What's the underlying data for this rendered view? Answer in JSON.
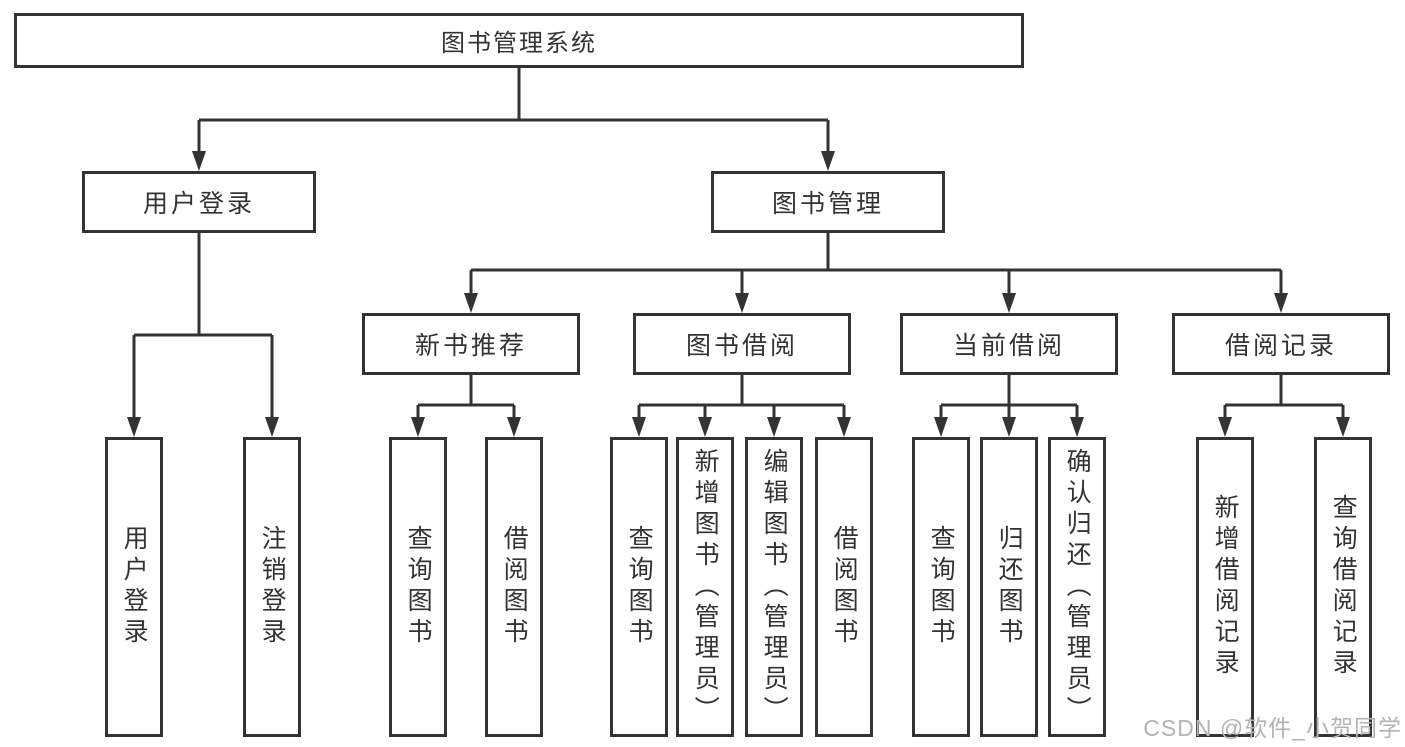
{
  "colors": {
    "line": "#333333",
    "box_border": "#333333",
    "box_background": "#ffffff",
    "text": "#333333",
    "watermark": "#b3b3b3"
  },
  "diagram": {
    "root": {
      "label": "图书管理系统"
    },
    "level2": [
      {
        "label": "用户登录"
      },
      {
        "label": "图书管理"
      }
    ],
    "level3": [
      {
        "label": "新书推荐"
      },
      {
        "label": "图书借阅"
      },
      {
        "label": "当前借阅"
      },
      {
        "label": "借阅记录"
      }
    ],
    "leaves": [
      {
        "parent": "用户登录",
        "items": [
          "用户登录",
          "注销登录"
        ]
      },
      {
        "parent": "新书推荐",
        "items": [
          "查询图书",
          "借阅图书"
        ]
      },
      {
        "parent": "图书借阅",
        "items": [
          "查询图书",
          "新增图书（管理员）",
          "编辑图书（管理员）",
          "借阅图书"
        ]
      },
      {
        "parent": "当前借阅",
        "items": [
          "查询图书",
          "归还图书",
          "确认归还（管理员）"
        ]
      },
      {
        "parent": "借阅记录",
        "items": [
          "新增借阅记录",
          "查询借阅记录"
        ]
      }
    ],
    "watermark": "CSDN @软件_小贺同学"
  }
}
